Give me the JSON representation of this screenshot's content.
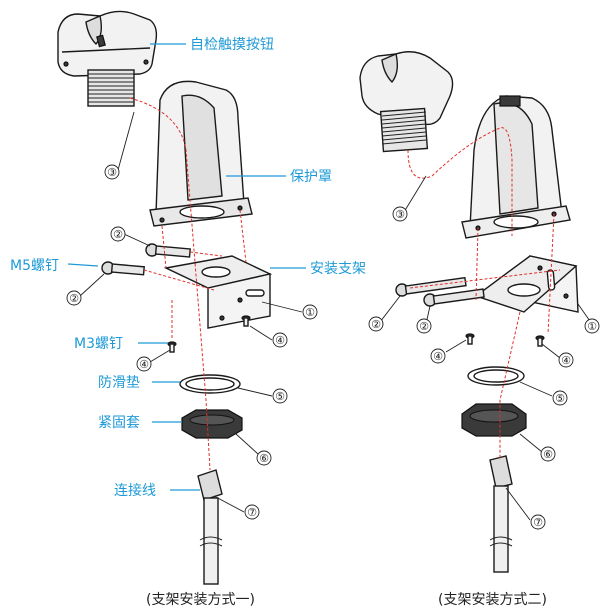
{
  "labels": {
    "self_check_button": "自检触摸按钮",
    "protective_cover": "保护罩",
    "mounting_bracket": "安装支架",
    "m5_screw": "M5螺钉",
    "m3_screw": "M3螺钉",
    "anti_slip_pad": "防滑垫",
    "fastening_sleeve": "紧固套",
    "connecting_wire": "连接线"
  },
  "captions": {
    "method_one": "(支架安装方式一)",
    "method_two": "(支架安装方式二)"
  },
  "part_numbers": [
    "①",
    "②",
    "③",
    "④",
    "⑤",
    "⑥",
    "⑦"
  ],
  "colors": {
    "label_blue": "#1e9ad6",
    "guide_red": "#e0302a",
    "outline": "#1a1a1a"
  }
}
